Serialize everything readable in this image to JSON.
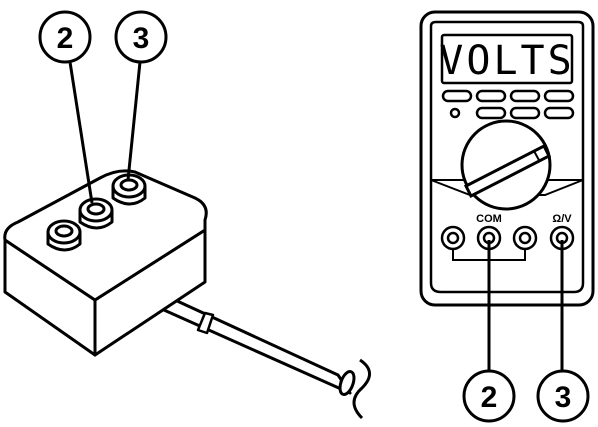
{
  "meter": {
    "display_text": "VOLTS",
    "jack_com_label": "COM",
    "jack_vohm_label": "Ω/V"
  },
  "callouts": {
    "box_com": "2",
    "box_vohm": "3",
    "meter_com": "2",
    "meter_vohm": "3"
  },
  "colors": {
    "stroke": "#000000",
    "background": "#ffffff"
  }
}
